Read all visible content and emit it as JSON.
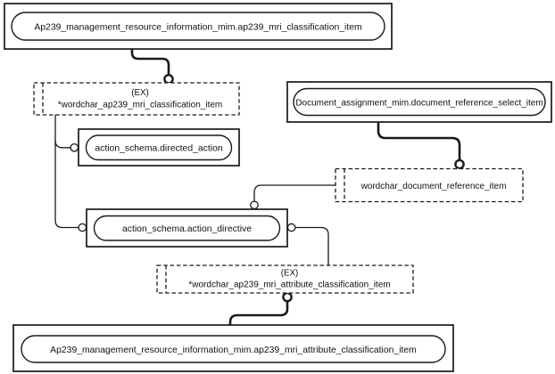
{
  "colors": {
    "line": "#1a1a1a",
    "background": "#ffffff"
  },
  "nodes": {
    "top_entity": {
      "label": "Ap239_management_resource_information_mim.ap239_mri_classification_item"
    },
    "ex_classification": {
      "tag": "(EX)",
      "label": "*wordchar_ap239_mri_classification_item"
    },
    "document_select": {
      "label": "Document_assignment_mim.document_reference_select_item"
    },
    "directed_action": {
      "label": "action_schema.directed_action"
    },
    "wordchar_document": {
      "label": "wordchar_document_reference_item"
    },
    "action_directive": {
      "label": "action_schema.action_directive"
    },
    "ex_attribute": {
      "tag": "(EX)",
      "label": "*wordchar_ap239_mri_attribute_classification_item"
    },
    "bottom_entity": {
      "label": "Ap239_management_resource_information_mim.ap239_mri_attribute_classification_item"
    }
  }
}
